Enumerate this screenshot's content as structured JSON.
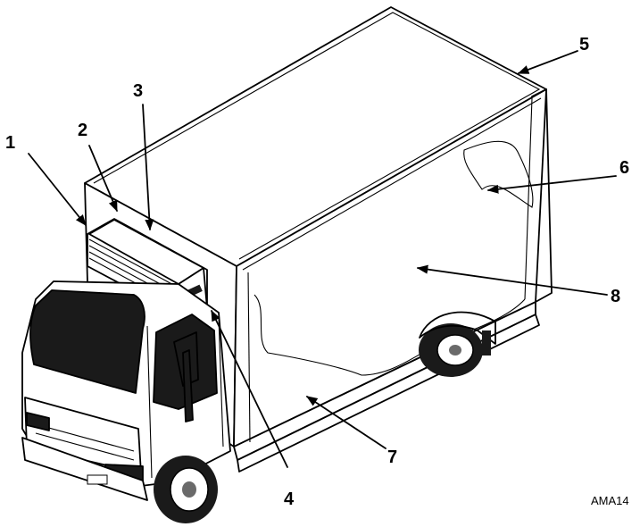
{
  "figure_id": "AMA14",
  "callouts": [
    {
      "label": "1"
    },
    {
      "label": "2"
    },
    {
      "label": "3"
    },
    {
      "label": "4"
    },
    {
      "label": "5"
    },
    {
      "label": "6"
    },
    {
      "label": "7"
    },
    {
      "label": "8"
    }
  ]
}
